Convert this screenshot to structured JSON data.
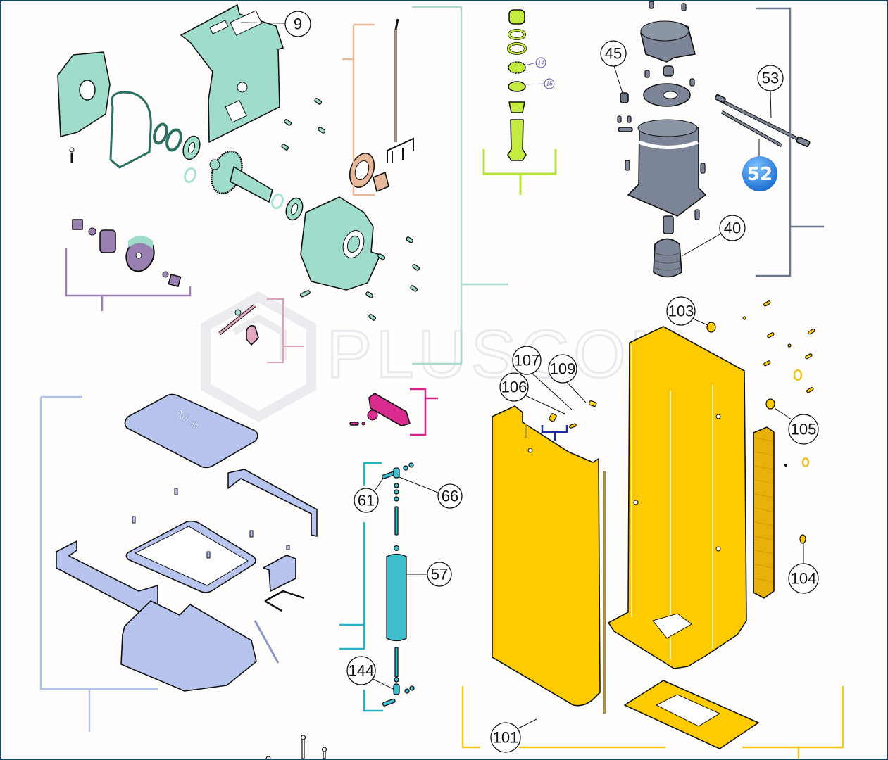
{
  "diagram": {
    "type": "exploded-parts-diagram",
    "watermark": "PLUSCOM",
    "logo_on_cover": "Nice",
    "colors": {
      "frame": "#1b4a5e",
      "gearbox_group": "#9fdccb",
      "gearbox_bracket": "#a9d9cf",
      "limit_group": "#e7b899",
      "bolt_group": "#c4ec3f",
      "bolt_bracket": "#b7e23a",
      "motor_group": "#7b8597",
      "motor_bracket": "#6b7890",
      "reducer_group": "#9a7fb2",
      "lever_group": "#d92b8f",
      "spring_group": "#3dbfcf",
      "cover_group": "#b7c4ee",
      "cover_bracket": "#b3c3e8",
      "housing_group": "#fecb00",
      "housing_bracket": "#f6c51b",
      "badge": "#2f86df",
      "brace_group": "#1a2aa8"
    },
    "callouts": [
      {
        "id": "c9",
        "label": "9"
      },
      {
        "id": "c14",
        "label": "14"
      },
      {
        "id": "c15",
        "label": "15"
      },
      {
        "id": "c45",
        "label": "45"
      },
      {
        "id": "c53",
        "label": "53"
      },
      {
        "id": "c52",
        "label": "52"
      },
      {
        "id": "c40",
        "label": "40"
      },
      {
        "id": "c103",
        "label": "103"
      },
      {
        "id": "c107",
        "label": "107"
      },
      {
        "id": "c109",
        "label": "109"
      },
      {
        "id": "c106",
        "label": "106"
      },
      {
        "id": "c105",
        "label": "105"
      },
      {
        "id": "c104",
        "label": "104"
      },
      {
        "id": "c61",
        "label": "61"
      },
      {
        "id": "c66",
        "label": "66"
      },
      {
        "id": "c57",
        "label": "57"
      },
      {
        "id": "c144",
        "label": "144"
      },
      {
        "id": "c101",
        "label": "101"
      }
    ]
  }
}
